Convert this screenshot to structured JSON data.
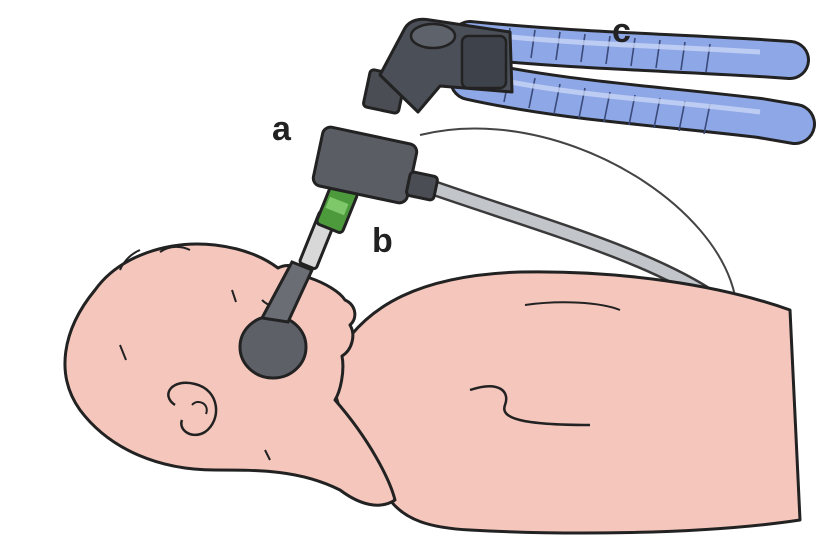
{
  "labels": {
    "a": "a",
    "b": "b",
    "c": "c"
  },
  "colors": {
    "skin": "#f5c6bc",
    "outline": "#222222",
    "tube_blue": "#8ea7e6",
    "connector_gray": "#55585e",
    "adapter_green": "#4c9a3c",
    "cable_gray": "#b9bcc0"
  },
  "icons": {
    "patient": "infant-patient-icon",
    "mask": "laryngeal-mask-icon",
    "adapter": "tube-adapter-icon",
    "connector": "y-connector-icon",
    "tubing": "ventilator-tubing-icon"
  }
}
